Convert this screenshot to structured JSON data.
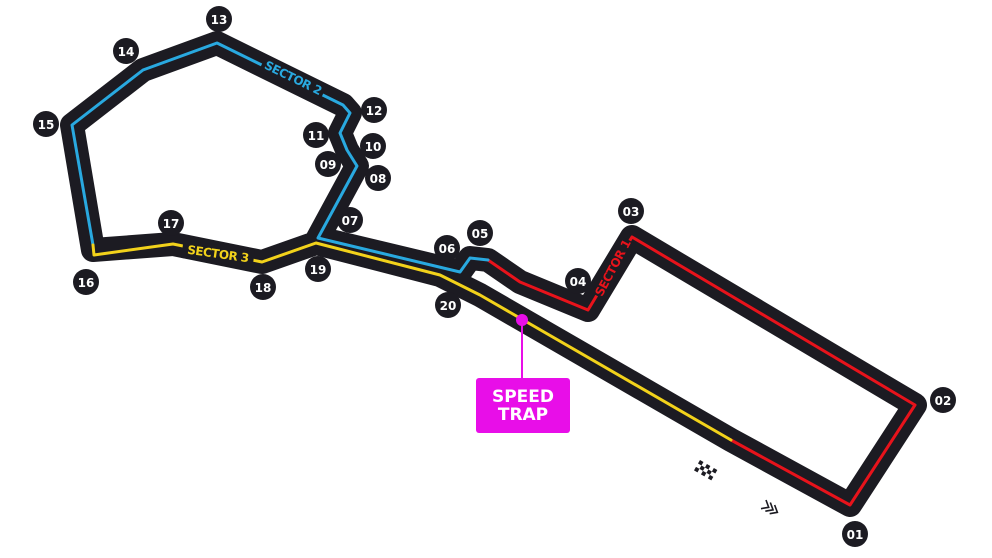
{
  "colors": {
    "track": "#1c1b22",
    "sector_1": "#e8131b",
    "sector_2": "#29a9e0",
    "sector_3": "#f2d21b",
    "speed_trap": "#e80ee8"
  },
  "sectors": [
    {
      "label": "SECTOR 1"
    },
    {
      "label": "SECTOR 2"
    },
    {
      "label": "SECTOR 3"
    }
  ],
  "turns": [
    "01",
    "02",
    "03",
    "04",
    "05",
    "06",
    "07",
    "08",
    "09",
    "10",
    "11",
    "12",
    "13",
    "14",
    "15",
    "16",
    "17",
    "18",
    "19",
    "20"
  ],
  "speed_trap": {
    "line1": "SPEED",
    "line2": "TRAP"
  },
  "icons": {
    "start_finish": "checkered-flag-icon",
    "direction": "direction-chevrons-icon"
  }
}
